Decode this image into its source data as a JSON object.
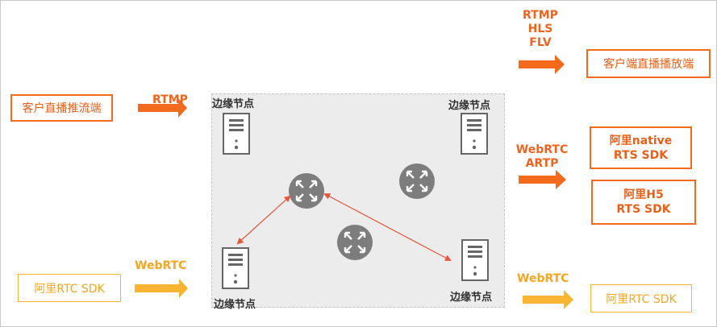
{
  "left": {
    "push_box": "客户直播推流端",
    "push_proto": "RTMP",
    "rtc_box": "阿里RTC SDK",
    "rtc_proto": "WebRTC"
  },
  "cluster": {
    "node_top_left": "边缘节点",
    "node_top_right": "边缘节点",
    "node_bottom_left": "边缘节点",
    "node_bottom_right": "边缘节点"
  },
  "right": {
    "live_protocols": [
      "RTMP",
      "HLS",
      "FLV"
    ],
    "live_box": "客户端直播播放端",
    "rts_protocols": [
      "WebRTC",
      "ARTP"
    ],
    "native_box": [
      "阿里native",
      "RTS SDK"
    ],
    "h5_box": [
      "阿里H5",
      "RTS SDK"
    ],
    "rtc_proto": "WebRTC",
    "rtc_box": "阿里RTC SDK"
  },
  "colors": {
    "orange": "#f26b1d",
    "yellow": "#f9b532",
    "router": "#7d7d7d",
    "link": "#e8553a"
  },
  "icons": [
    "server-icon",
    "router-icon",
    "arrow-right-icon"
  ]
}
